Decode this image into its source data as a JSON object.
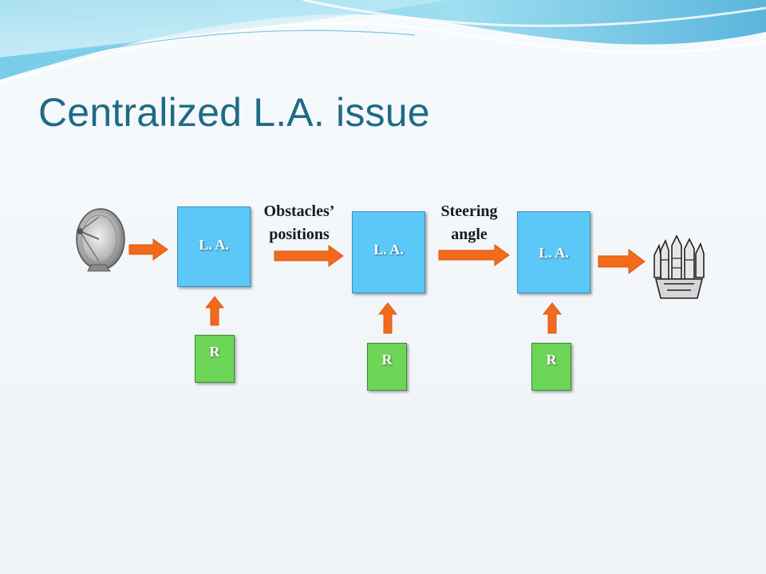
{
  "slide": {
    "title": "Centralized L.A. issue"
  },
  "diagram": {
    "la_boxes": [
      {
        "label": "L. A."
      },
      {
        "label": "L. A."
      },
      {
        "label": "L. A."
      }
    ],
    "r_boxes": [
      {
        "label": "R"
      },
      {
        "label": "R"
      },
      {
        "label": "R"
      }
    ],
    "annotations": {
      "obstacles_line1": "Obstacles’",
      "obstacles_line2": "positions",
      "steering_line1": "Steering",
      "steering_line2": "angle"
    },
    "icons": {
      "input": "radar-dish-icon",
      "output": "robot-effector-icon"
    },
    "colors": {
      "la_box": "#5cc8f7",
      "r_box": "#6dd558",
      "arrow": "#f26a1b",
      "title": "#1f6b86"
    }
  }
}
